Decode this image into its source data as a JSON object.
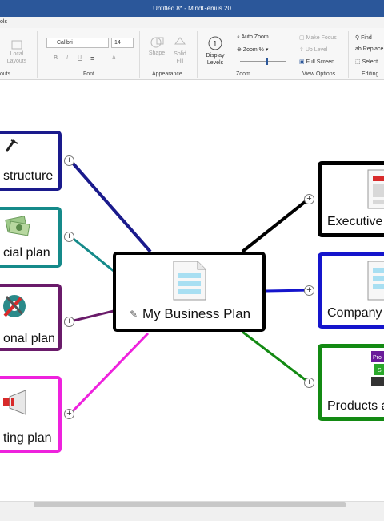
{
  "window": {
    "title": "Untitled 8* - MindGenius 20"
  },
  "tab_strip": {
    "partial_tab": "ols"
  },
  "ribbon": {
    "local_layouts": "Local\nLayouts",
    "font_name": "Calibri",
    "font_size": "14",
    "shape": "Shape",
    "solid_fill": "Solid\nFill",
    "display_levels": "Display\nLevels",
    "auto_zoom": "Auto Zoom",
    "zoom_pct": "Zoom %",
    "make_focus": "Make Focus",
    "up_level": "Up Level",
    "full_screen": "Full Screen",
    "find": "Find",
    "replace": "Replace",
    "select": "Select",
    "groups": {
      "layouts": "outs",
      "font": "Font",
      "appearance": "Appearance",
      "zoom": "Zoom",
      "view_options": "View Options",
      "editing": "Editing"
    }
  },
  "map": {
    "central": {
      "label": "My Business Plan",
      "border_color": "#000000"
    },
    "left_branches": [
      {
        "label": "structure",
        "color": "#1a1a8c",
        "icon": "tools-icon"
      },
      {
        "label": "cial plan",
        "color": "#158a8a",
        "icon": "money-icon"
      },
      {
        "label": "onal plan",
        "color": "#6a1b6a",
        "icon": "gear-wrench-icon"
      },
      {
        "label": "ting plan",
        "color": "#ee22dd",
        "icon": "megaphone-icon"
      }
    ],
    "right_branches": [
      {
        "label": "Executive",
        "color": "#000000",
        "icon": "document-icon"
      },
      {
        "label": "Company",
        "color": "#1515cc",
        "icon": "document-icon"
      },
      {
        "label": "Products a",
        "color": "#138a13",
        "icon": "product-puzzle-icon"
      }
    ],
    "expand_symbol": "+"
  },
  "colors": {
    "titlebar": "#2b579a",
    "ribbon_bg": "#f7f7f7"
  }
}
